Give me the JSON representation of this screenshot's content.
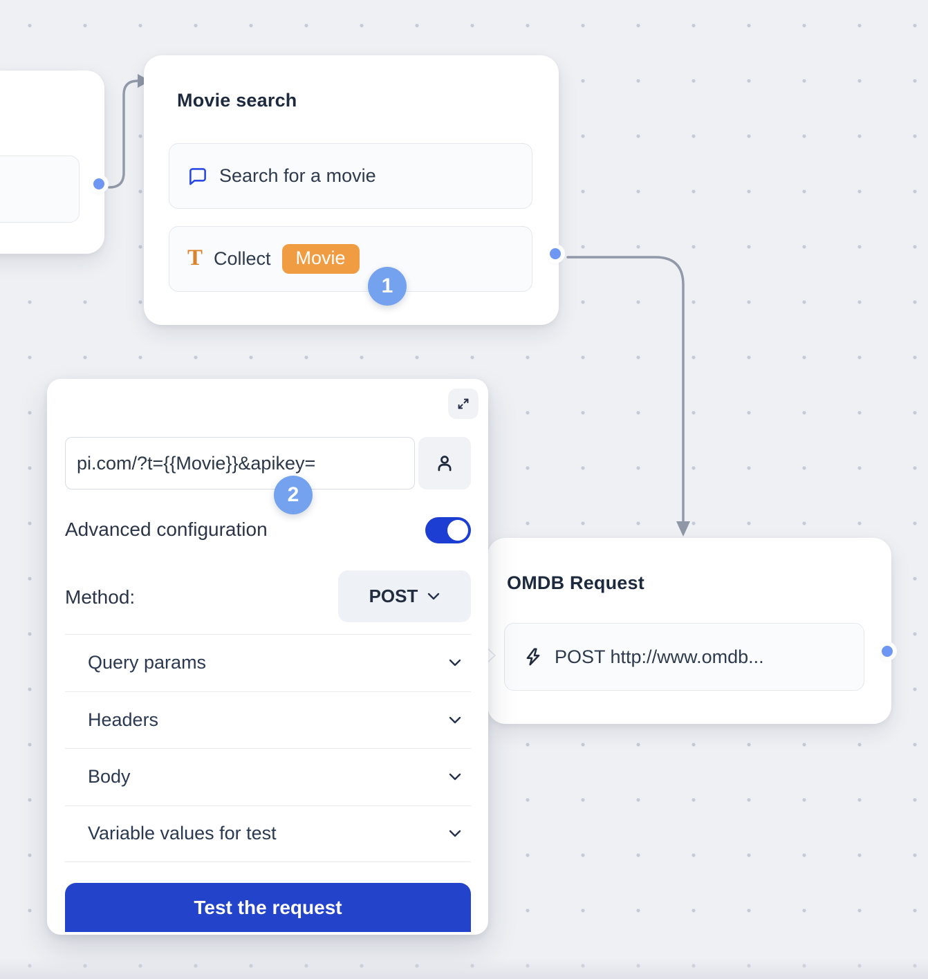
{
  "flow": {
    "movie_search": {
      "title": "Movie search",
      "items": [
        {
          "icon": "chat-bubble-icon",
          "label": "Search for a movie"
        },
        {
          "icon": "text-collect-icon",
          "label": "Collect",
          "variable_chip": "Movie"
        }
      ],
      "step_badge": "1"
    },
    "omdb_request": {
      "title": "OMDB Request",
      "request_label": "POST http://www.omdb..."
    }
  },
  "panel": {
    "url_input_value": "pi.com/?t={{Movie}}&apikey=",
    "step_badge": "2",
    "advanced_configuration_label": "Advanced configuration",
    "method_label": "Method:",
    "method_value": "POST",
    "sections": [
      {
        "label": "Query params"
      },
      {
        "label": "Headers"
      },
      {
        "label": "Body"
      },
      {
        "label": "Variable values for test"
      }
    ],
    "test_button_label": "Test the request"
  },
  "icons": {
    "collect_glyph": "T"
  },
  "colors": {
    "background": "#eef0f4",
    "grid_dot": "#c5ccd9",
    "accent_blue": "#2443cb",
    "toggle_blue": "#1c3ed2",
    "step_badge_blue": "#74a2ef",
    "port_blue": "#6e96f3",
    "chip_orange": "#f09c42",
    "collect_icon_orange": "#d9832e",
    "bubble_icon_blue": "#2b4ae3",
    "connector_gray": "#9299a8"
  }
}
